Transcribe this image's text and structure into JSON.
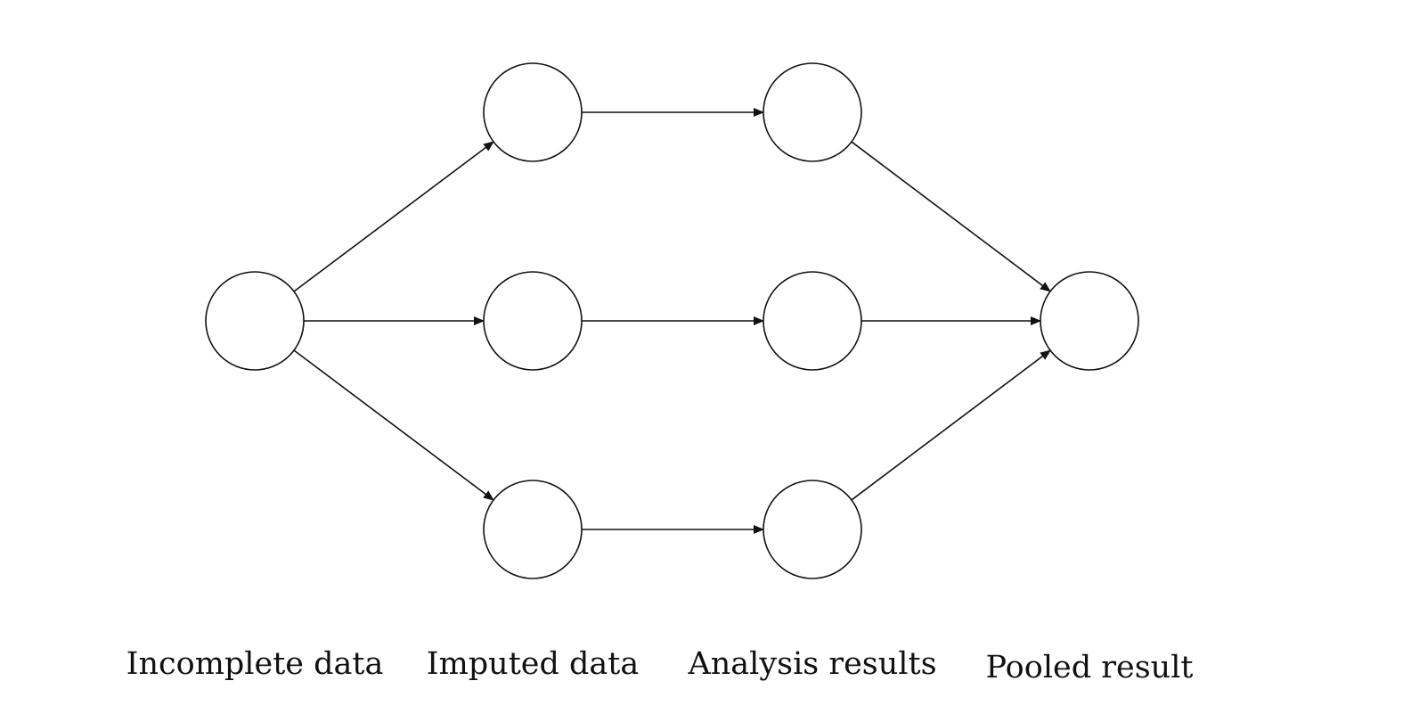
{
  "diagram": {
    "stages": [
      {
        "id": "incomplete",
        "label": "Incomplete data"
      },
      {
        "id": "imputed",
        "label": "Imputed data"
      },
      {
        "id": "analysis",
        "label": "Analysis results"
      },
      {
        "id": "pooled",
        "label": "Pooled result"
      }
    ],
    "nodes": [
      {
        "id": "incomplete-1",
        "stage": "incomplete"
      },
      {
        "id": "imputed-1",
        "stage": "imputed"
      },
      {
        "id": "imputed-2",
        "stage": "imputed"
      },
      {
        "id": "imputed-3",
        "stage": "imputed"
      },
      {
        "id": "analysis-1",
        "stage": "analysis"
      },
      {
        "id": "analysis-2",
        "stage": "analysis"
      },
      {
        "id": "analysis-3",
        "stage": "analysis"
      },
      {
        "id": "pooled-1",
        "stage": "pooled"
      }
    ],
    "edges": [
      {
        "from": "incomplete-1",
        "to": "imputed-1"
      },
      {
        "from": "incomplete-1",
        "to": "imputed-2"
      },
      {
        "from": "incomplete-1",
        "to": "imputed-3"
      },
      {
        "from": "imputed-1",
        "to": "analysis-1"
      },
      {
        "from": "imputed-2",
        "to": "analysis-2"
      },
      {
        "from": "imputed-3",
        "to": "analysis-3"
      },
      {
        "from": "analysis-1",
        "to": "pooled-1"
      },
      {
        "from": "analysis-2",
        "to": "pooled-1"
      },
      {
        "from": "analysis-3",
        "to": "pooled-1"
      }
    ]
  }
}
